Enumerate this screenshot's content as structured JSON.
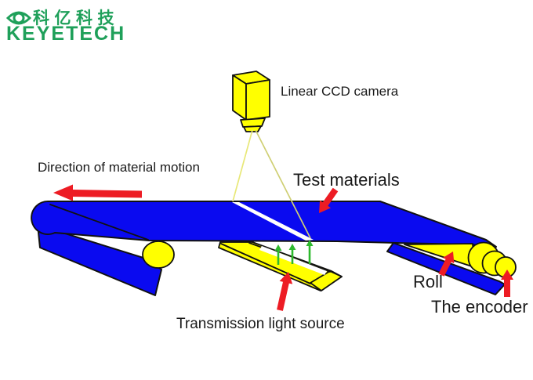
{
  "logo": {
    "chinese": "科亿科技",
    "latin": "KEYETECH",
    "color": "#1fa05a"
  },
  "labels": {
    "camera": "Linear CCD camera",
    "direction": "Direction of material motion",
    "test_materials": "Test materials",
    "light_source": "Transmission light source",
    "roll": "Roll",
    "encoder": "The encoder"
  },
  "colors": {
    "belt_blue": "#0a0af0",
    "machine_yellow": "#ffff00",
    "arrow_red": "#ed1c24",
    "arrow_green": "#2db92d",
    "light_ray": "#e8e878",
    "outline": "#111111",
    "label_text": "#1a1a1a"
  }
}
